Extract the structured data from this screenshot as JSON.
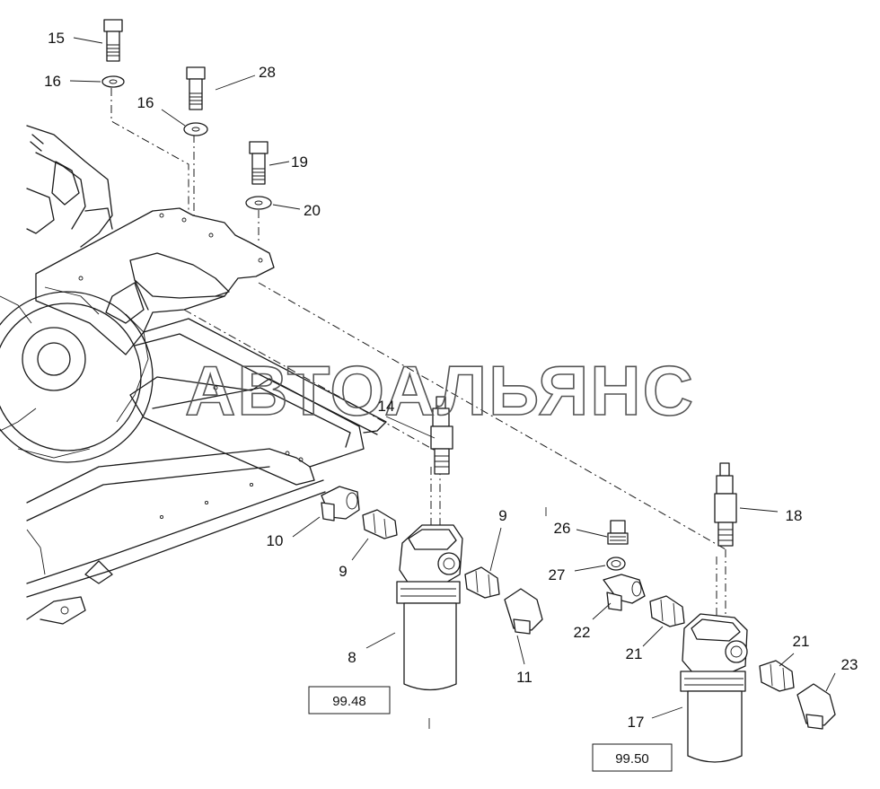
{
  "watermark": "АВТОАЛЬЯНС",
  "callouts": {
    "c15": "15",
    "c16a": "16",
    "c28": "28",
    "c16b": "16",
    "c19": "19",
    "c20": "20",
    "c14": "14",
    "c10": "10",
    "c9a": "9",
    "c9b": "9",
    "c8": "8",
    "c11": "11",
    "c26": "26",
    "c27": "27",
    "c22": "22",
    "c21a": "21",
    "c18": "18",
    "c21b": "21",
    "c23": "23",
    "c17": "17"
  },
  "references": {
    "left": "99.48",
    "right": "99.50"
  }
}
